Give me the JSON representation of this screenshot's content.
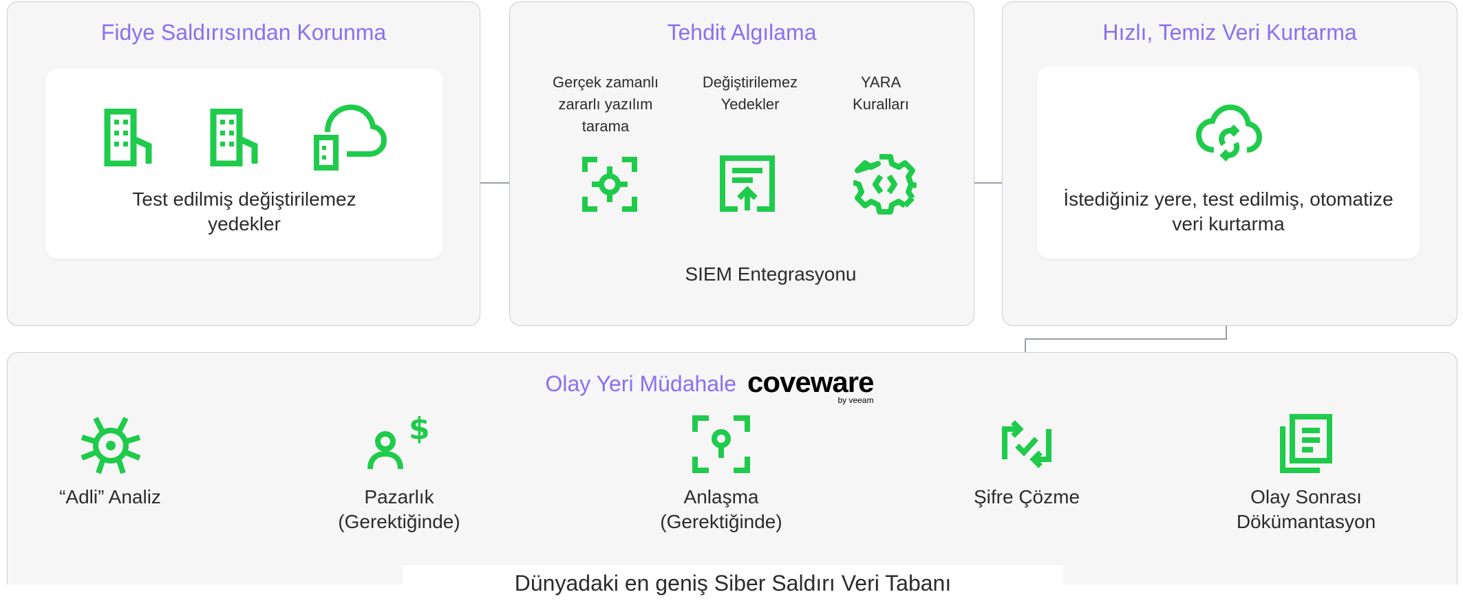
{
  "colors": {
    "accent_green": "#1fcb4b",
    "title_purple": "#8b6ff0",
    "arrow_gray": "#8a9199"
  },
  "panel_ransomware": {
    "title": "Fidye Saldırısından Korunma",
    "description": "Test edilmiş değiştirilemez\nyedekler",
    "icons": [
      "building-icon",
      "building-icon",
      "cloud-building-icon"
    ]
  },
  "panel_threat": {
    "title": "Tehdit Algılama",
    "steps": [
      {
        "label": "Gerçek zamanlı\nzararlı yazılım\ntarama",
        "icon": "scan-target-icon"
      },
      {
        "label": "Değiştirilemez\nYedekler",
        "icon": "immutable-backup-icon"
      },
      {
        "label": "YARA\nKuralları",
        "icon": "gear-code-icon"
      }
    ],
    "siem_label": "SIEM Entegrasyonu"
  },
  "panel_recovery": {
    "title": "Hızlı, Temiz Veri Kurtarma",
    "description": "İstediğiniz yere, test edilmiş, otomatize\nveri kurtarma",
    "icon": "cloud-sync-icon"
  },
  "panel_incident": {
    "title": "Olay Yeri Müdahale",
    "partner_logo": {
      "name": "coveware",
      "tagline": "by veeam"
    },
    "steps": [
      {
        "label": "“Adli” Analiz",
        "icon": "bug-icon"
      },
      {
        "label": "Pazarlık\n(Gerektiğinde)",
        "icon": "person-dollar-icon"
      },
      {
        "label": "Anlaşma\n(Gerektiğinde)",
        "icon": "key-target-icon"
      },
      {
        "label": "Şifre Çözme",
        "icon": "decrypt-cycle-icon"
      },
      {
        "label": "Olay Sonrası\nDökümantasyon",
        "icon": "documents-icon"
      }
    ],
    "bottom_caption": "Dünyadaki en geniş Siber Saldırı Veri Tabanı"
  }
}
